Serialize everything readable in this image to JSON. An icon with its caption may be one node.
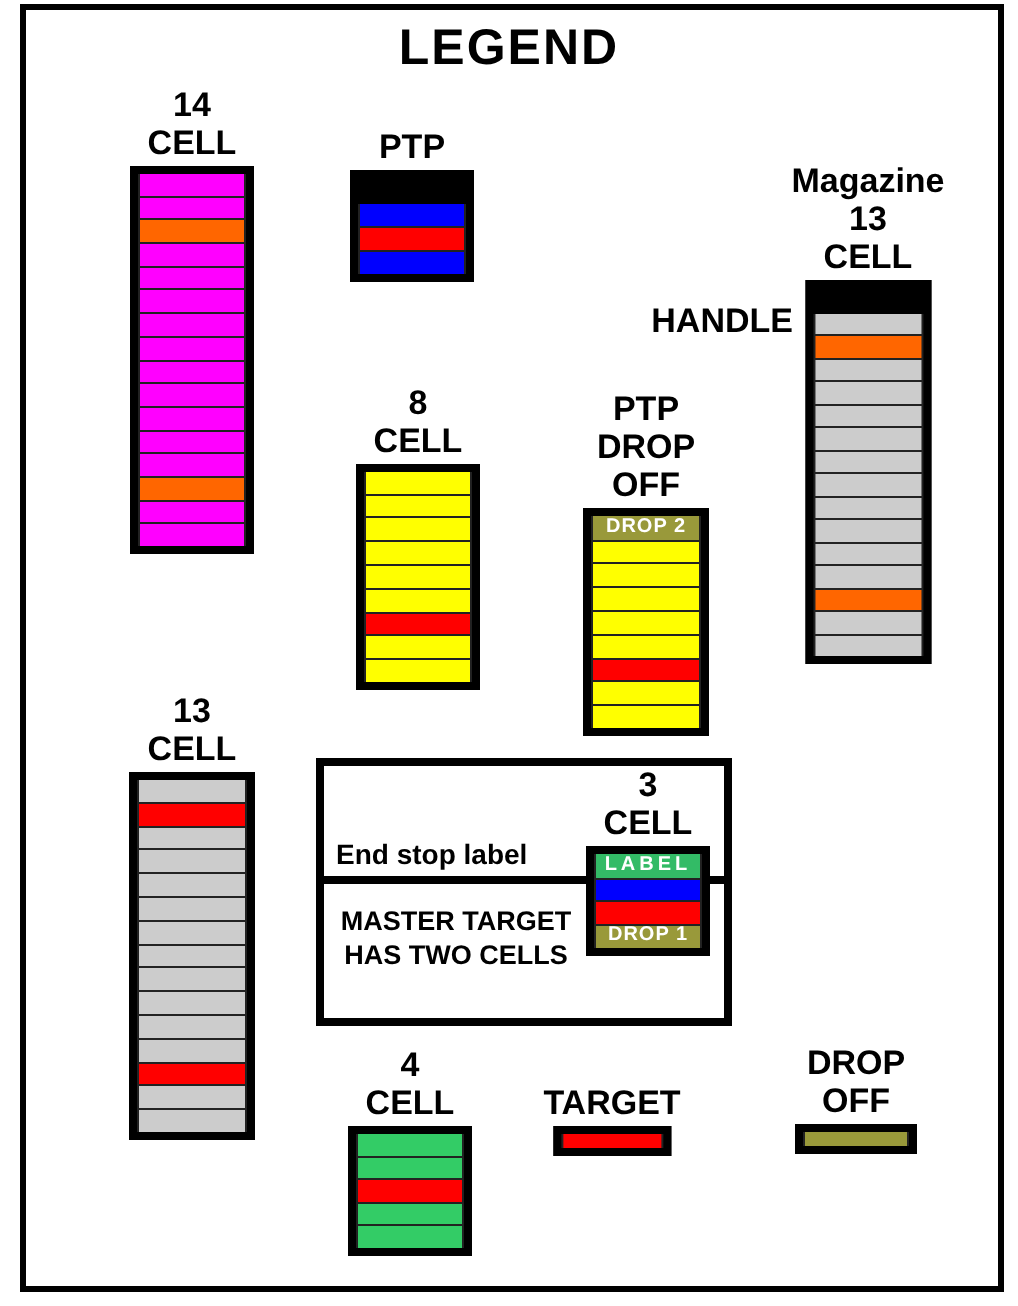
{
  "diagram": {
    "title": "LEGEND",
    "nodes": [
      {
        "text": [
          "14 CELL"
        ]
      },
      {
        "text": [
          "PTP"
        ]
      },
      {
        "text": [
          "Magazine 13 CELL"
        ],
        "beside": [
          "HANDLE"
        ]
      },
      {
        "text": [
          "8 CELL"
        ]
      },
      {
        "text": [
          "PTP DROP OFF"
        ]
      },
      {
        "text": [
          "DROP 2"
        ],
        "in": 4
      },
      {
        "text": [
          "13 CELL"
        ]
      },
      {
        "text": [
          "End stop label",
          "MASTER TARGET HAS TWO CELLS"
        ]
      },
      {
        "text": [
          "3 CELL"
        ],
        "in": 7
      },
      {
        "text": [
          "LABEL"
        ],
        "in": 8
      },
      {
        "text": [
          "DROP 1"
        ],
        "in": 8
      },
      {
        "text": [
          "4 CELL"
        ]
      },
      {
        "text": [
          "TARGET"
        ]
      },
      {
        "text": [
          "DROP OFF"
        ]
      }
    ]
  }
}
